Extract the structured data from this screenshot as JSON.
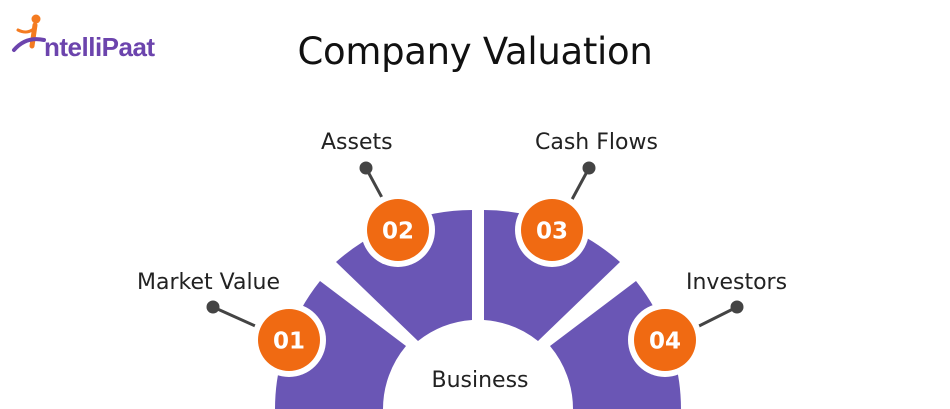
{
  "brand": {
    "logo_text": "ntelliPaat",
    "accent": "#f47b20",
    "purple": "#6c44ad"
  },
  "title": "Company Valuation",
  "center": {
    "label": "Business"
  },
  "segments": [
    {
      "number": "01",
      "label": "Market Value"
    },
    {
      "number": "02",
      "label": "Assets"
    },
    {
      "number": "03",
      "label": "Cash Flows"
    },
    {
      "number": "04",
      "label": "Investors"
    }
  ],
  "colors": {
    "segment_fill": "#6a56b5",
    "badge_fill": "#f06a12",
    "badge_ring": "#ffffff",
    "connector": "#444444"
  }
}
